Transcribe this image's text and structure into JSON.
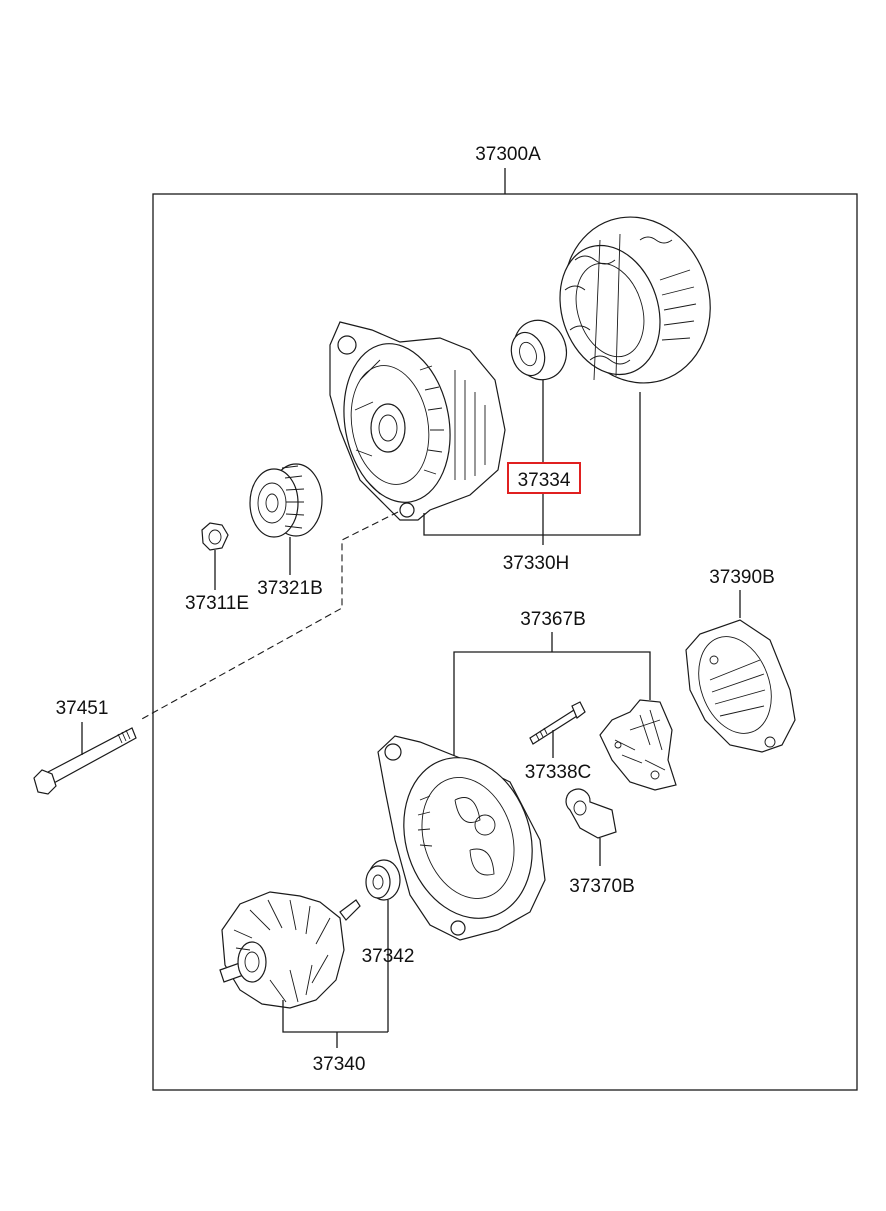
{
  "diagram": {
    "assembly_label": "37300A",
    "highlight_color": "#e02020",
    "parts": {
      "front_bracket_group": "37330H",
      "bearing_front": "37334",
      "pulley": "37321B",
      "pulley_nut": "37311E",
      "through_bolt": "37451",
      "brush_holder_group": "37367B",
      "rear_cover": "37390B",
      "brush_screw": "37338C",
      "brush_clip": "37370B",
      "rear_bearing": "37342",
      "rotor": "37340"
    },
    "highlighted_part": "37334",
    "icons": [
      "front-bracket-icon",
      "bearing-icon",
      "stator-icon",
      "pulley-icon",
      "nut-icon",
      "bolt-icon",
      "rear-bracket-icon",
      "rear-cover-icon",
      "brush-holder-icon",
      "screw-icon",
      "clip-icon",
      "rotor-icon"
    ]
  }
}
